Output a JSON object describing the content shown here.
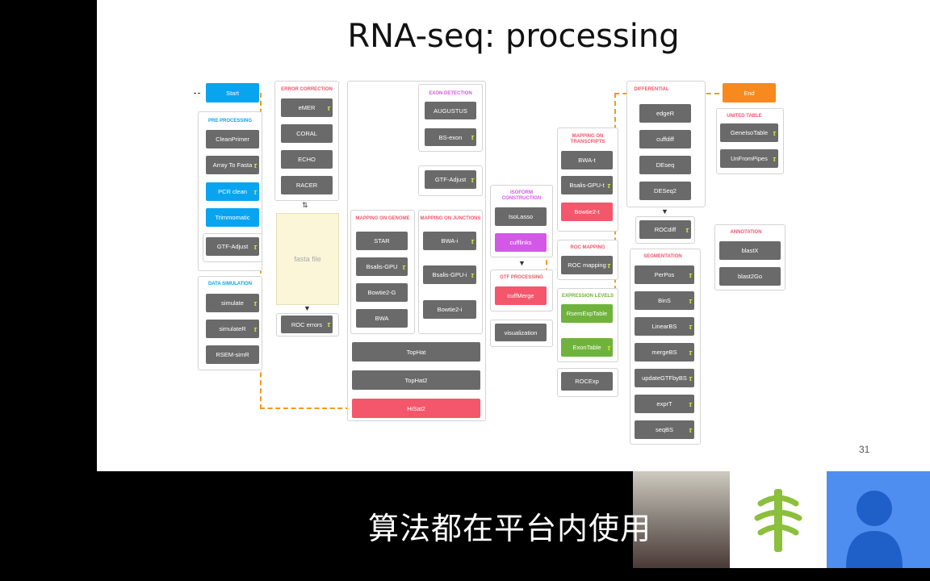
{
  "slide": {
    "title": "RNA-seq: processing",
    "page_number": "31"
  },
  "panels": {
    "error_correction": "ERROR CORRECTION",
    "pre_processing": "PRE PROCESSING",
    "data_simulation": "DATA SIMULATION",
    "exon_detection": "EXON DETECTION",
    "mapping_genome": "MAPPING ON GENOME",
    "mapping_junctions": "MAPPING ON JUNCTIONS",
    "isoform": "ISOFORM CONSTRUCTION",
    "gtf_processing": "GTF PROCESSING",
    "mapping_transcripts": "MAPPING ON TRANSCRIPTS",
    "roc_mapping": "ROC MAPPING",
    "expression_levels": "EXPRESSION LEVELS",
    "differential": "DIFFERENTIAL",
    "united_table": "UNITED TABLE",
    "annotation": "ANNOTATION",
    "segmentation": "SEGMENTATION"
  },
  "nodes": {
    "start": "Start",
    "end": "End",
    "cleanprimer": "CleanPrimer",
    "array_to_fasta": "Array To Fasta",
    "pcr_clean": "PCR clean",
    "trimmomatic": "Trimmomatic",
    "gtf_adjust1": "GTF-Adjust",
    "simulate": "simulate",
    "simulater": "simulateR",
    "rsem": "RSEM-simR",
    "emer": "eMER",
    "coral": "CORAL",
    "echo": "ECHO",
    "racer": "RACER",
    "fasta": "fasta file",
    "roc_errors": "ROC errors",
    "augustus": "AUGUSTUS",
    "bs_exon": "BS-exon",
    "gtf_adjust2": "GTF-Adjust",
    "star": "STAR",
    "bsalis_gpu": "Bsalis-GPU",
    "bowtie2g": "Bowtie2-G",
    "bwa": "BWA",
    "bwa_i": "BWA-i",
    "bsalis_gpu_i": "Bsalis-GPU-i",
    "bowtie2_i": "Bowtie2-i",
    "tophat": "TopHat",
    "tophat2": "TopHat2",
    "hisat2": "HiSat2",
    "isolasso": "IsoLasso",
    "cufflinks": "cufflinks",
    "cuffmerge": "cuffMerge",
    "visualization": "visualization",
    "bwa_t": "BWA-t",
    "bsalis_gpu_t": "Bsalis-GPU-t",
    "bowtie2_t": "Bowtie2-t",
    "roc_mapping": "ROC mapping",
    "rsem_exp": "RsemExpTable",
    "exon_table": "ExonTable",
    "rocexp": "ROCExp",
    "edger": "edgeR",
    "cuffdiff": "cuffdiff",
    "deseq": "DEseq",
    "deseq2": "DESeq2",
    "roccdiff": "ROCdiff",
    "geneiso": "GeneIsoTable",
    "unfrompipes": "UnFromPipes",
    "blastx": "blastX",
    "blast2go": "blast2Go",
    "perpos": "PerPos",
    "bins": "BinS",
    "linearbs": "LinearBS",
    "mergebs": "mergeBS",
    "updategtf": "updateGTFbyBS",
    "exprt": "exprT",
    "seqbs": "seqBS"
  },
  "subtitle": {
    "text": "算法都在平台内使用"
  },
  "colors": {
    "blue": "#09a4f0",
    "red": "#f4566b",
    "green": "#6fb33c",
    "orange": "#f7891f",
    "purple": "#d358e8",
    "gray": "#6a6a6a"
  }
}
